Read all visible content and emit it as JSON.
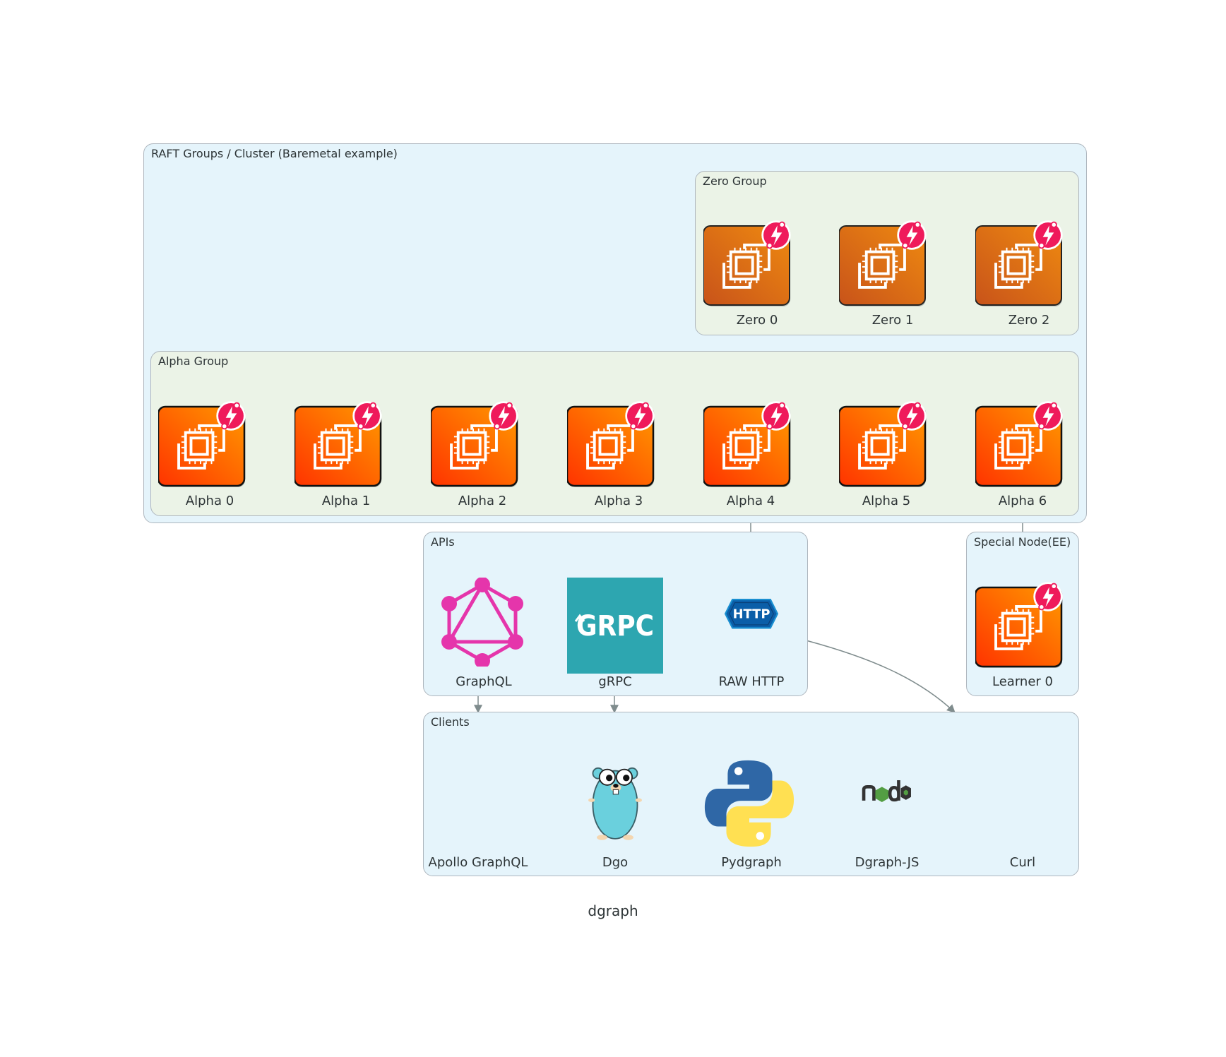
{
  "title": "dgraph",
  "clusters": {
    "raft": "RAFT Groups / Cluster (Baremetal example)",
    "zero": "Zero Group",
    "alpha": "Alpha Group",
    "apis": "APIs",
    "special": "Special Node(EE)",
    "clients": "Clients"
  },
  "zero_nodes": [
    "Zero 0",
    "Zero 1",
    "Zero 2"
  ],
  "alpha_nodes": [
    "Alpha 0",
    "Alpha 1",
    "Alpha 2",
    "Alpha 3",
    "Alpha 4",
    "Alpha 5",
    "Alpha 6"
  ],
  "special_nodes": [
    "Learner 0"
  ],
  "api_nodes": [
    "GraphQL",
    "gRPC",
    "RAW HTTP"
  ],
  "client_nodes": [
    "Apollo GraphQL",
    "Dgo",
    "Pydgraph",
    "Dgraph-JS",
    "Curl"
  ],
  "icon_text": {
    "grpc": "GRPC",
    "http": "HTTP"
  },
  "colors": {
    "cluster_blue": "#e5f4fb",
    "cluster_green": "#ebf3e7",
    "edge": "#7f8c8d",
    "zero_top": "#e8840f",
    "alpha_top": "#ff8a00",
    "alpha_bottom": "#ff3a00",
    "dgraph_badge": "#ef1a5b",
    "graphql": "#e535ab",
    "grpc": "#2da6b0",
    "http": "#0b5ea8",
    "python_blue": "#2f67a6",
    "python_yellow": "#ffe052",
    "gopher": "#6ad0dd",
    "node_green": "#539e43",
    "node_dark": "#333333"
  }
}
